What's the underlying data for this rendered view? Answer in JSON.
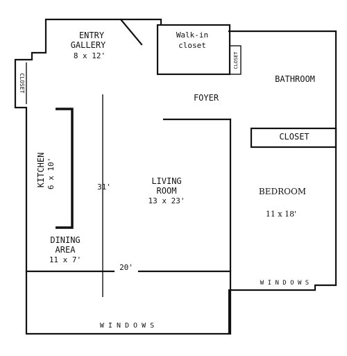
{
  "rooms": {
    "entry_gallery": {
      "line1": "ENTRY",
      "line2": "GALLERY",
      "size": "8 x 12'"
    },
    "walk_in_closet": {
      "line1": "Walk-in",
      "line2": "closet"
    },
    "small_closet": {
      "label": "CLOSET"
    },
    "left_closet": {
      "label": "CLOSET"
    },
    "bathroom": {
      "label": "BATHROOM"
    },
    "foyer": {
      "label": "FOYER"
    },
    "closet": {
      "label": "CLOSET"
    },
    "kitchen": {
      "label": "KITCHEN",
      "size": "6 x 10'"
    },
    "living_room": {
      "line1": "LIVING",
      "line2": "ROOM",
      "size": "13 x 23'"
    },
    "bedroom": {
      "label": "BEDROOM",
      "size": "11 x 18'"
    },
    "dining_area": {
      "line1": "DINING",
      "line2": "AREA",
      "size": "11 x 7'"
    }
  },
  "dimensions": {
    "length": "31'",
    "width": "20'"
  },
  "windows": {
    "bottom": "W I N D O W S",
    "right": "W I N D O W S"
  }
}
